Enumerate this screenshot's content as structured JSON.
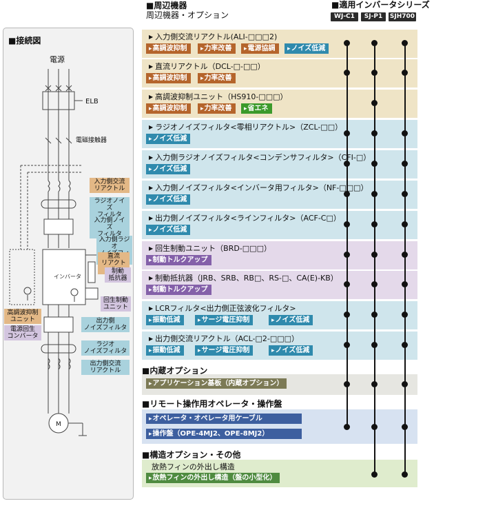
{
  "header": {
    "title": "■周辺機器",
    "subtitle": "周辺機器・オプション",
    "series_title": "■適用インバータシリーズ",
    "series": [
      "WJ-C1",
      "SJ-P1",
      "SJH700"
    ]
  },
  "diagram": {
    "title": "■接続図",
    "power_label": "電源",
    "elb_label": "ELB",
    "contactor_label": "電磁接触器",
    "motor_label": "M",
    "inverter_label": "インバータ",
    "labels": {
      "input_ac_reactor": "入力側交流\nリアクトル",
      "radio_filter_input": "ラジオノイズ\nフィルタ",
      "input_noise_filter": "入力側ノイズ\nフィルタ",
      "input_radio_filter": "入力側ラジオ\nノイズフィルタ",
      "dc_reactor": "直流\nリアクトル",
      "braking_resistor": "制動\n抵抗器",
      "braking_unit": "回生制動\nユニット",
      "harmonic_unit": "高調波抑制\nユニット",
      "regen_converter": "電源回生\nコンバータ",
      "output_noise_filter": "出力側\nノイズフィルタ",
      "radio_filter_output": "ラジオ\nノイズフィルタ",
      "output_ac_reactor": "出力側交流\nリアクトル"
    }
  },
  "rows": [
    {
      "title": "入力側交流リアクトル(ALI-□□□2)",
      "badges": [
        {
          "text": "高調波抑制",
          "color": "orange"
        },
        {
          "text": "力率改善",
          "color": "orange"
        },
        {
          "text": "電源協調",
          "color": "orange"
        },
        {
          "text": "ノイズ低減",
          "color": "blue"
        }
      ],
      "bg": "#efe4c6",
      "dots": [
        true,
        true,
        true
      ]
    },
    {
      "title": "直流リアクトル（DCL-□-□□）",
      "badges": [
        {
          "text": "高調波抑制",
          "color": "orange"
        },
        {
          "text": "力率改善",
          "color": "orange"
        }
      ],
      "bg": "#efe4c6",
      "dots": [
        true,
        true,
        true
      ]
    },
    {
      "title": "高調波抑制ユニット（HS910-□□□）",
      "badges": [
        {
          "text": "高調波抑制",
          "color": "orange"
        },
        {
          "text": "力率改善",
          "color": "orange"
        },
        {
          "text": "省エネ",
          "color": "green"
        }
      ],
      "bg": "#efe4c6",
      "dots": [
        false,
        true,
        false
      ]
    },
    {
      "title": "ラジオノイズフィルタ<零相リアクトル>（ZCL-□□）",
      "badges": [
        {
          "text": "ノイズ低減",
          "color": "blue"
        }
      ],
      "bg": "#cfe5ec",
      "dots": [
        true,
        true,
        true
      ]
    },
    {
      "title": "入力側ラジオノイズフィルタ<コンデンサフィルタ>（CFI-□）",
      "badges": [
        {
          "text": "ノイズ低減",
          "color": "blue"
        }
      ],
      "bg": "#cfe5ec",
      "dots": [
        true,
        true,
        true
      ]
    },
    {
      "title": "入力側ノイズフィルタ<インバータ用フィルタ>（NF-□□□）",
      "badges": [
        {
          "text": "ノイズ低減",
          "color": "blue"
        }
      ],
      "bg": "#cfe5ec",
      "dots": [
        true,
        true,
        true
      ]
    },
    {
      "title": "出力側ノイズフィルタ<ラインフィルタ>（ACF-C□）",
      "badges": [
        {
          "text": "ノイズ低減",
          "color": "blue"
        }
      ],
      "bg": "#cfe5ec",
      "dots": [
        true,
        true,
        true
      ]
    },
    {
      "title": "回生制動ユニット（BRD-□□□）",
      "badges": [
        {
          "text": "制動トルクアップ",
          "color": "purple"
        }
      ],
      "bg": "#e4d9ea",
      "dots": [
        true,
        true,
        true
      ]
    },
    {
      "title": "制動抵抗器（JRB、SRB、RB□、RS-□、CA(E)-KB）",
      "badges": [
        {
          "text": "制動トルクアップ",
          "color": "purple"
        }
      ],
      "bg": "#e4d9ea",
      "dots": [
        true,
        true,
        true
      ]
    },
    {
      "title": "LCRフィルタ<出力側正弦波化フィルタ>",
      "badges": [
        {
          "text": "振動低減",
          "color": "blue"
        },
        {
          "text": "サージ電圧抑制",
          "color": "blue"
        },
        {
          "text": "ノイズ低減",
          "color": "blue"
        }
      ],
      "bg": "#cfe5ec",
      "dots": [
        true,
        true,
        true
      ]
    },
    {
      "title": "出力側交流リアクトル（ACL-□2-□□□）",
      "badges": [
        {
          "text": "振動低減",
          "color": "blue"
        },
        {
          "text": "サージ電圧抑制",
          "color": "blue"
        },
        {
          "text": "ノイズ低減",
          "color": "blue"
        }
      ],
      "bg": "#cfe5ec",
      "dots": [
        true,
        true,
        true
      ]
    }
  ],
  "sections": {
    "builtin": "■内蔵オプション",
    "builtin_item": "アプリケーション基板（内蔵オプション）",
    "remote": "■リモート操作用オペレータ・操作盤",
    "remote_items": [
      "オペレータ・オペレータ用ケーブル",
      "操作盤（OPE-4MJ2、OPE-8MJ2）"
    ],
    "structure": "■構造オプション・その他",
    "structure_items": [
      "放熱フィンの外出し構造",
      "放熱フィンの外出し構造（盤の小型化）"
    ]
  },
  "colors": {
    "orange": "#b5652c",
    "blue": "#2f8aad",
    "green": "#3b9a2b",
    "purple": "#8460a9",
    "beige": "#efe4c6",
    "lightblue": "#cfe5ec",
    "lavender": "#e4d9ea",
    "grey": "#e6e6e1",
    "lightgreen": "#dfeccd"
  }
}
